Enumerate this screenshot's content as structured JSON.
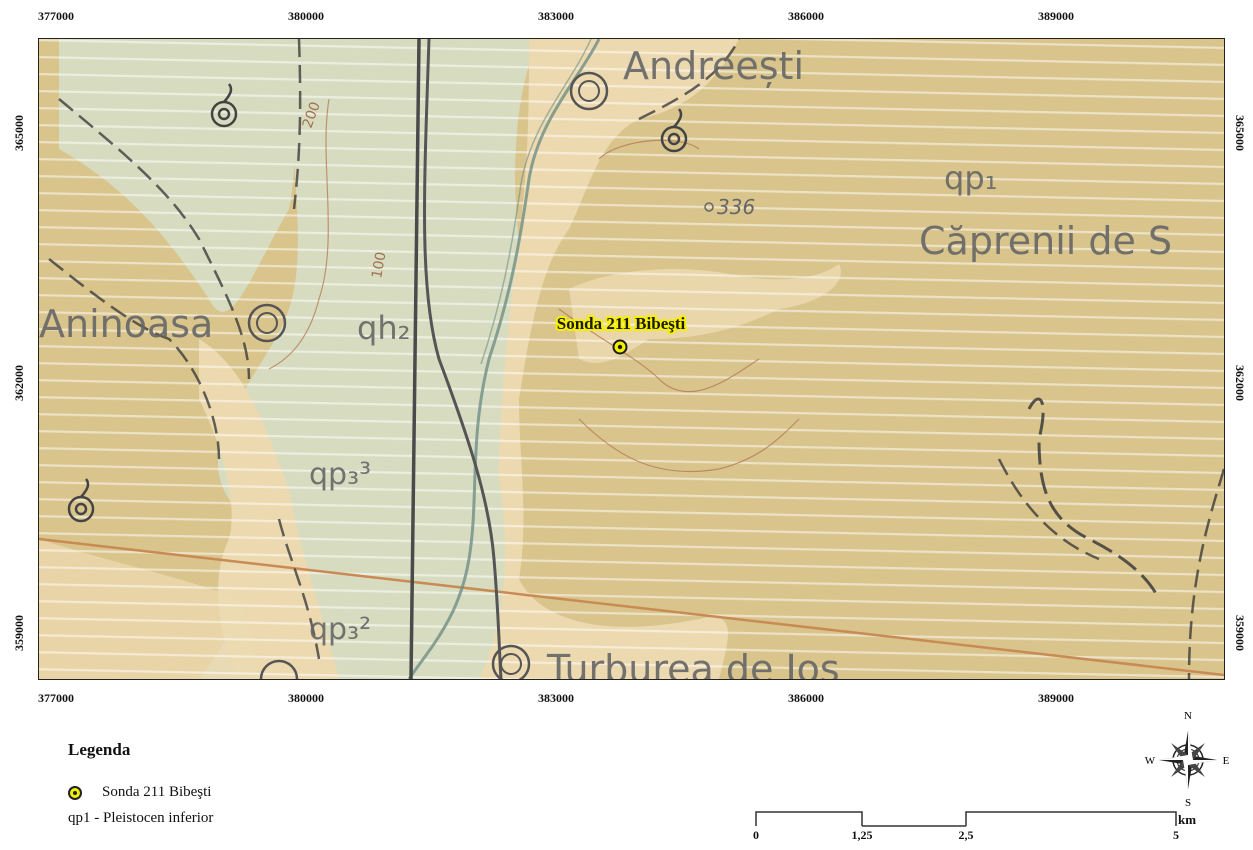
{
  "map": {
    "x_ticks": [
      "377000",
      "380000",
      "383000",
      "386000",
      "389000"
    ],
    "y_ticks": [
      "365000",
      "362000",
      "359000"
    ],
    "labels": {
      "andreesti": "Andreești",
      "qp1": "qp₁",
      "caprenii": "Căprenii de S",
      "aninoasa": "Aninoasa",
      "qh2": "qh₂",
      "qp33": "qp₃³",
      "qp23": "qp₃²",
      "turburea": "Turburea de Jos",
      "elev336": "336",
      "c200": "200",
      "c100": "100",
      "well": "Sonda 211 Bibeşti"
    },
    "colors": {
      "terrace": "#d9c48c",
      "floodplain": "#d7dcc0",
      "alluvium": "#ecd9b0",
      "well_fill": "#f2ee00",
      "well_label_bg": "#f6f000"
    }
  },
  "legend": {
    "title": "Legenda",
    "items": [
      {
        "symbol": "well-point",
        "label": "Sonda 211 Bibeşti"
      },
      {
        "symbol": "none",
        "label": "qp1 - Pleistocen inferior"
      }
    ]
  },
  "north_arrow": {
    "n": "N",
    "s": "S",
    "e": "E",
    "w": "W"
  },
  "scalebar": {
    "labels": [
      "0",
      "1,25",
      "2,5",
      "5"
    ],
    "unit": "km"
  }
}
